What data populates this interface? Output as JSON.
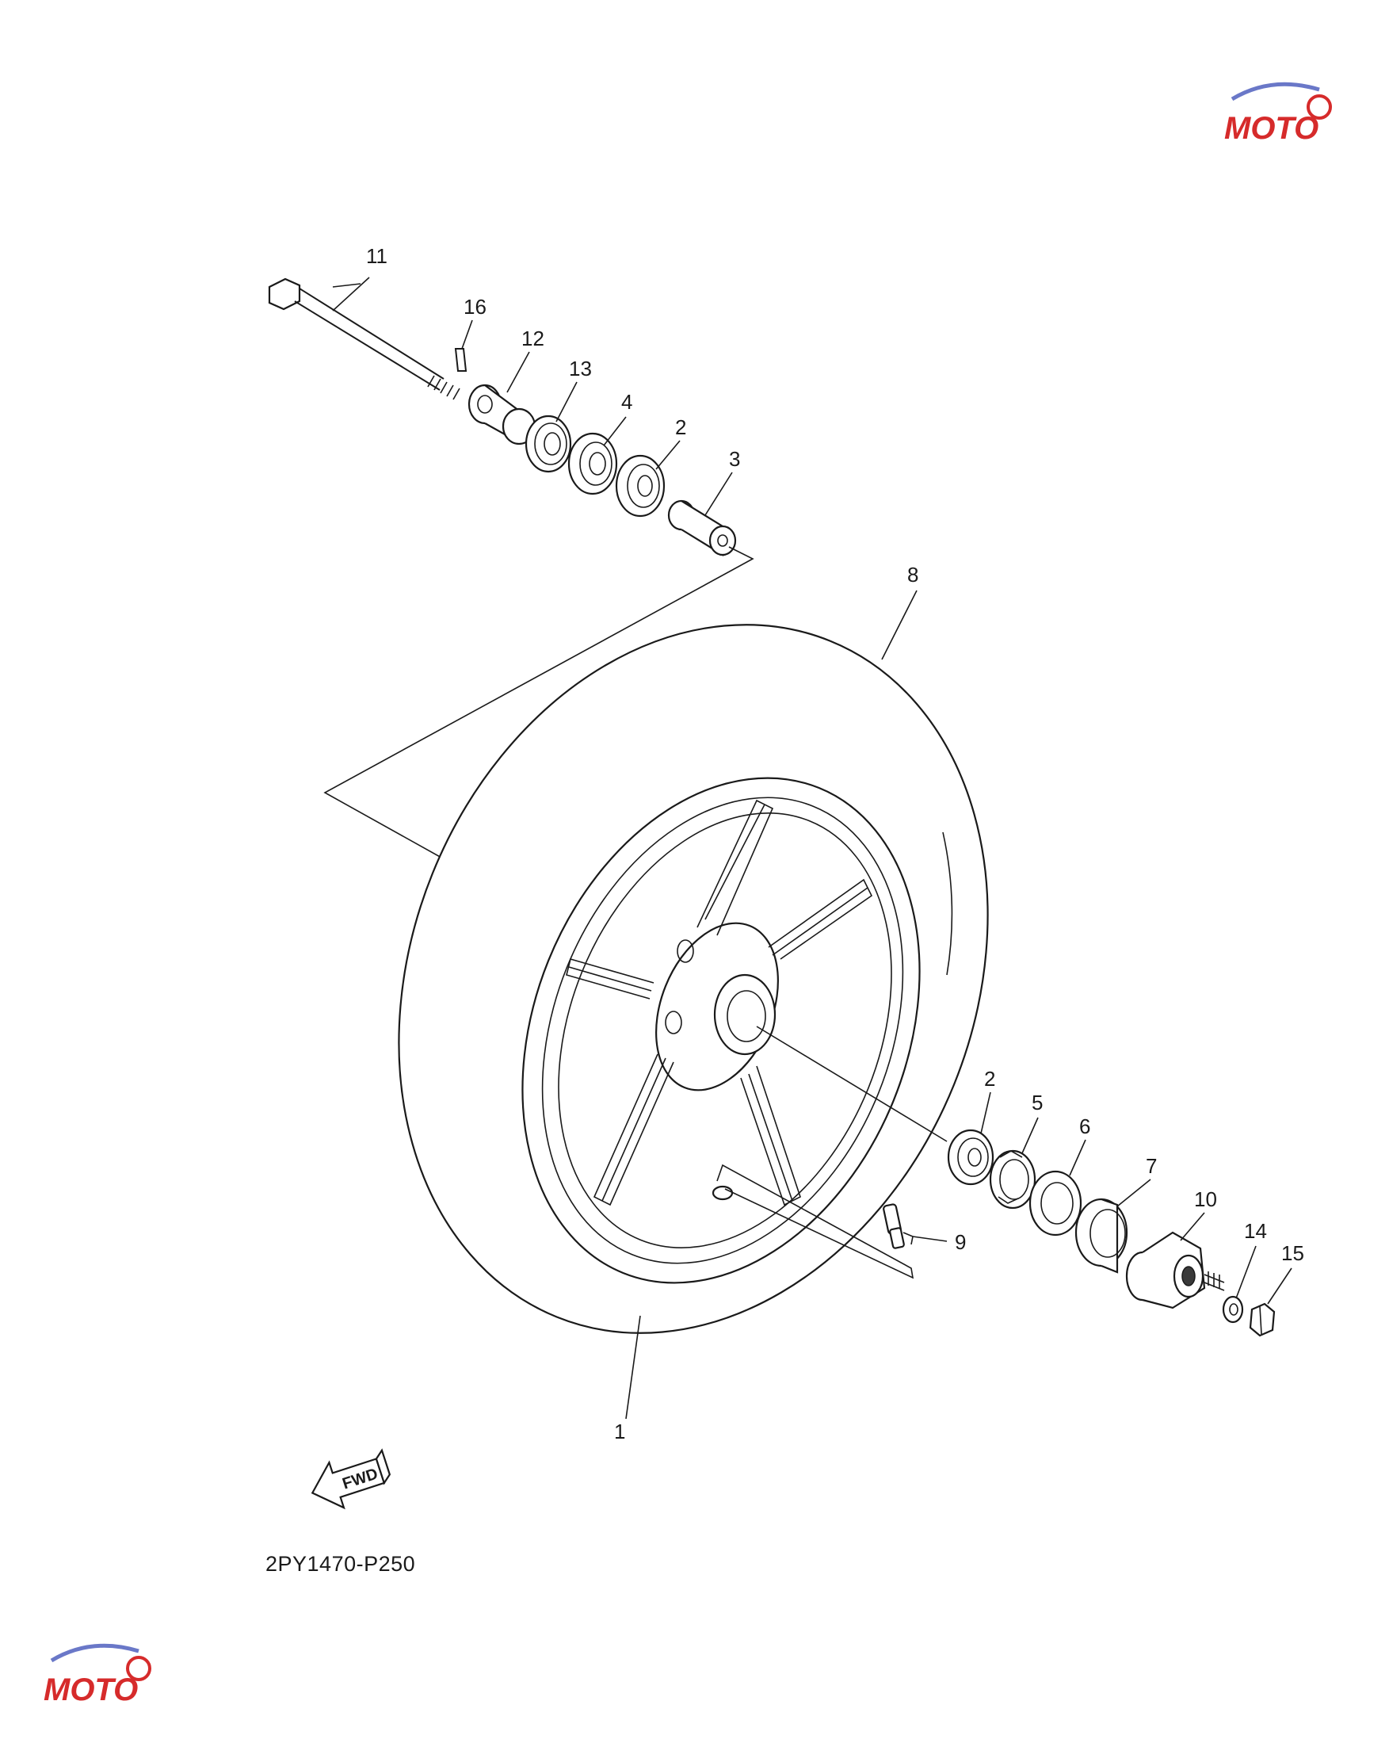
{
  "diagram": {
    "code": "2PY1470-P250",
    "fwd_label": "FWD",
    "watermark_text": "MOTO",
    "callouts": [
      {
        "id": "c1",
        "label": "1"
      },
      {
        "id": "c2a",
        "label": "2"
      },
      {
        "id": "c2b",
        "label": "2"
      },
      {
        "id": "c3",
        "label": "3"
      },
      {
        "id": "c4",
        "label": "4"
      },
      {
        "id": "c5",
        "label": "5"
      },
      {
        "id": "c6",
        "label": "6"
      },
      {
        "id": "c7",
        "label": "7"
      },
      {
        "id": "c8",
        "label": "8"
      },
      {
        "id": "c9",
        "label": "9"
      },
      {
        "id": "c10",
        "label": "10"
      },
      {
        "id": "c11",
        "label": "11"
      },
      {
        "id": "c12",
        "label": "12"
      },
      {
        "id": "c13",
        "label": "13"
      },
      {
        "id": "c14",
        "label": "14"
      },
      {
        "id": "c15",
        "label": "15"
      },
      {
        "id": "c16",
        "label": "16"
      }
    ],
    "colors": {
      "ink": "#1a1a1a",
      "watermark_red": "#d62b2b",
      "watermark_blue": "#6a78c8"
    }
  }
}
